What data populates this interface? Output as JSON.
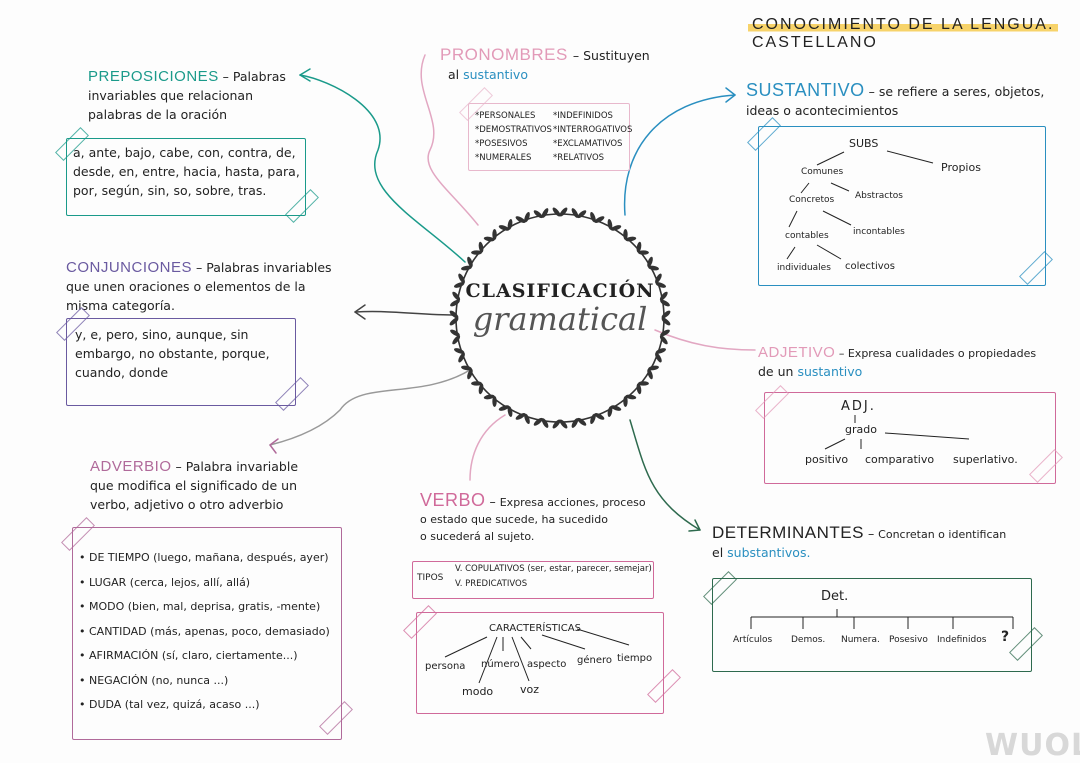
{
  "title": {
    "line1": "CONOCIMIENTO DE LA LENGUA.",
    "line2": "CASTELLANO"
  },
  "center": {
    "main": "CLASIFICACIÓN",
    "sub": "gramatical"
  },
  "colors": {
    "teal": "#1a9a8a",
    "blue": "#2a8fc0",
    "pink": "#d06a9a",
    "purple": "#6a5aa0",
    "green": "#2e6a4e",
    "highlight": "#f7d36a"
  },
  "pronombres": {
    "name": "PRONOMBRES",
    "desc1": "Sustituyen",
    "desc2a": "al",
    "desc2b": "sustantivo",
    "items": [
      "*PERSONALES",
      "*INDEFINIDOS",
      "*DEMOSTRATIVOS",
      "*INTERROGATIVOS",
      "*POSESIVOS",
      "*EXCLAMATIVOS",
      "*NUMERALES",
      "*RELATIVOS"
    ]
  },
  "preposiciones": {
    "name": "PREPOSICIONES",
    "desc1": "Palabras",
    "desc2": "invariables que relacionan",
    "desc3": "palabras de la oración",
    "lines": [
      "a, ante, bajo, cabe, con, contra, de,",
      "desde, en, entre, hacia, hasta, para,",
      "por, según, sin, so, sobre, tras."
    ]
  },
  "conjunciones": {
    "name": "CONJUNCIONES",
    "desc1": "Palabras invariables",
    "desc2": "que unen oraciones o elementos de la",
    "desc3": "misma categoría.",
    "lines": [
      "y, e, pero, sino, aunque, sin",
      "embargo, no obstante, porque,",
      "cuando, donde"
    ]
  },
  "adverbio": {
    "name": "ADVERBIO",
    "desc1": "Palabra invariable",
    "desc2": "que modifica el significado de un",
    "desc3": "verbo, adjetivo o otro adverbio",
    "items": [
      "• DE TIEMPO (luego, mañana, después, ayer)",
      "• LUGAR (cerca, lejos, allí, allá)",
      "• MODO (bien, mal, deprisa, gratis, -mente)",
      "• CANTIDAD (más, apenas, poco, demasiado)",
      "• AFIRMACIÓN (sí, claro, ciertamente...)",
      "• NEGACIÓN (no, nunca ...)",
      "• DUDA (tal vez, quizá, acaso ...)"
    ]
  },
  "verbo": {
    "name": "VERBO",
    "desc1": "Expresa acciones, proceso",
    "desc2": "o estado que sucede, ha sucedido",
    "desc3": "o sucederá al sujeto.",
    "tipos_label": "TIPOS",
    "tipos": [
      "V. COPULATIVOS (ser, estar, parecer, semejar)",
      "V. PREDICATIVOS"
    ],
    "caract_label": "CARACTERÍSTICAS",
    "caract": [
      "persona",
      "número",
      "aspecto",
      "género",
      "tiempo",
      "modo",
      "voz"
    ]
  },
  "sustantivo": {
    "name": "SUSTANTIVO",
    "desc1": "se refiere a seres, objetos,",
    "desc2": "ideas o acontecimientos",
    "tree": {
      "root": "SUBS",
      "comunes": "Comunes",
      "propios": "Propios",
      "concretos": "Concretos",
      "abstractos": "Abstractos",
      "contables": "contables",
      "incontables": "incontables",
      "individuales": "individuales",
      "colectivos": "colectivos"
    }
  },
  "adjetivo": {
    "name": "ADJETIVO",
    "desc1": "Expresa cualidades o propiedades",
    "desc2a": "de un",
    "desc2b": "sustantivo",
    "tree": {
      "root": "ADJ.",
      "grado": "grado",
      "positivo": "positivo",
      "comparativo": "comparativo",
      "superlativo": "superlativo."
    }
  },
  "determinantes": {
    "name": "DETERMINANTES",
    "desc1": "Concretan o identifican",
    "desc2a": "el",
    "desc2b": "substantivos.",
    "tree": {
      "root": "Det.",
      "items": [
        "Artículos",
        "Demos.",
        "Numera.",
        "Posesivo",
        "Indefinidos",
        "?"
      ]
    }
  },
  "watermark": "WUOLAH"
}
